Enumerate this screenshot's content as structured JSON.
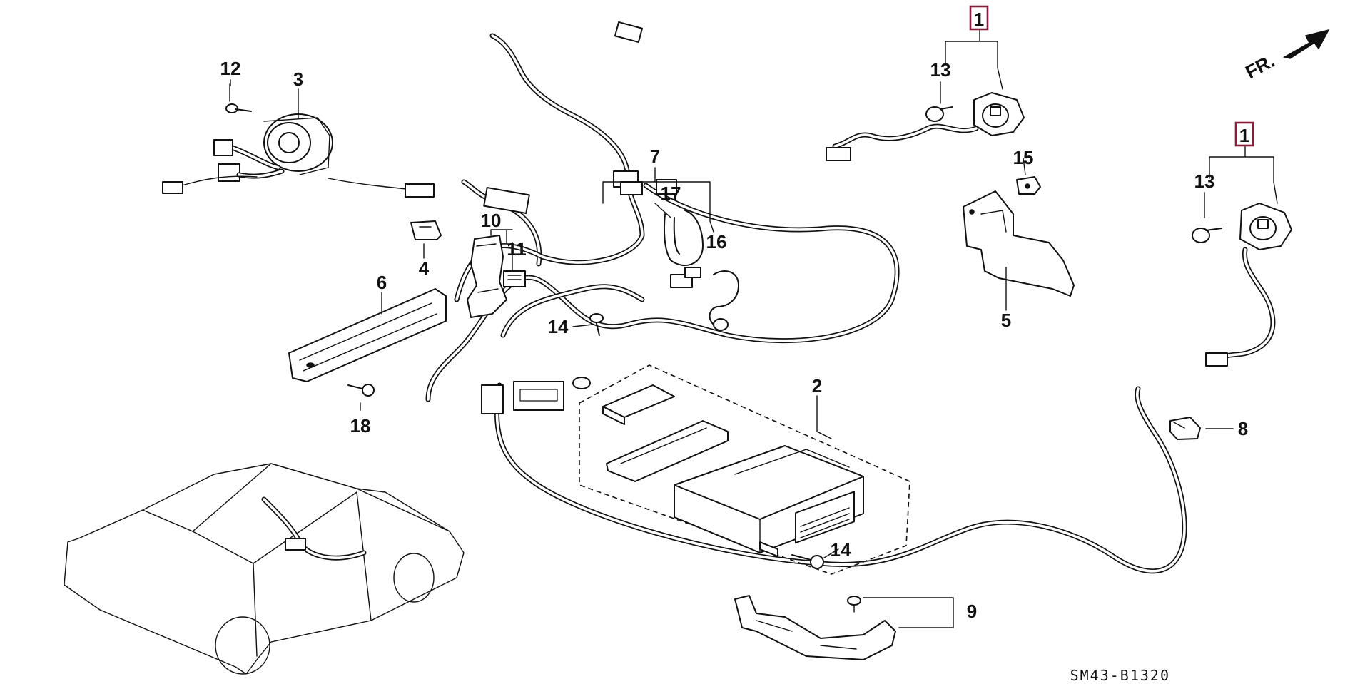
{
  "callouts": {
    "c1a": "1",
    "c1b": "1",
    "c2": "2",
    "c3": "3",
    "c4": "4",
    "c5": "5",
    "c6": "6",
    "c7": "7",
    "c8": "8",
    "c9": "9",
    "c10": "10",
    "c11": "11",
    "c12": "12",
    "c13a": "13",
    "c13b": "13",
    "c14a": "14",
    "c14b": "14",
    "c15": "15",
    "c16": "16",
    "c17": "17",
    "c18": "18"
  },
  "direction_label": "FR.",
  "diagram_code": "SM43-B1320",
  "colors": {
    "line": "#111111",
    "highlight_box": "#8a1a3c",
    "background": "#ffffff"
  }
}
